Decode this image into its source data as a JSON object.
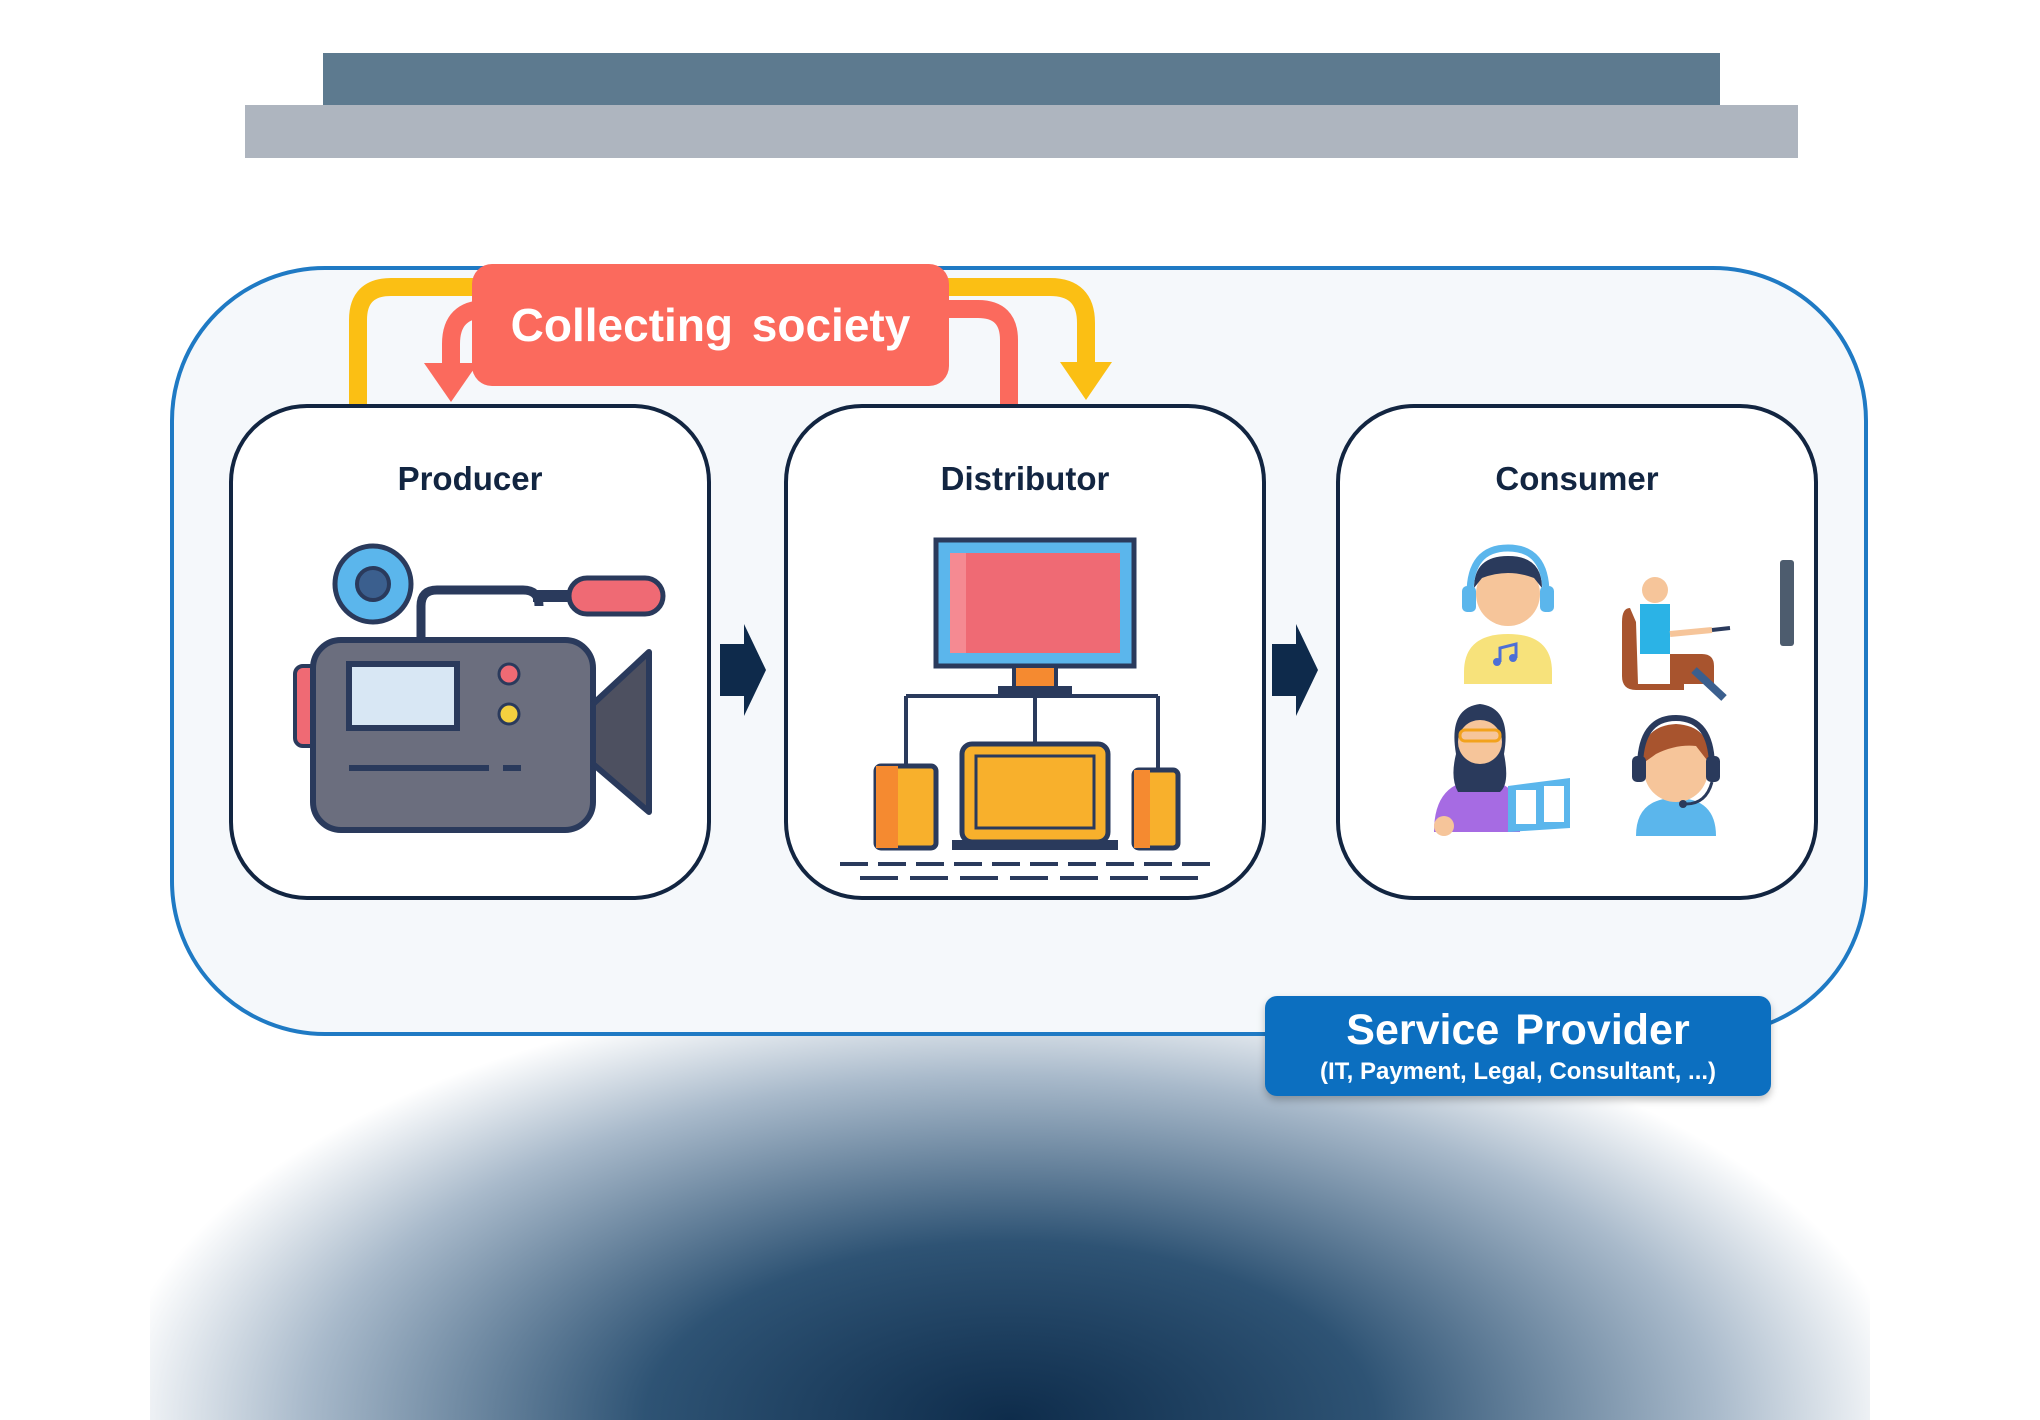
{
  "collecting_society": {
    "label": "Collecting society",
    "color": "#fb6a5d"
  },
  "nodes": {
    "producer": {
      "title": "Producer"
    },
    "distributor": {
      "title": "Distributor"
    },
    "consumer": {
      "title": "Consumer"
    }
  },
  "service_provider": {
    "title": "Service Provider",
    "subtitle": "(IT, Payment, Legal, Consultant, ...)",
    "color": "#0c6fc0"
  },
  "colors": {
    "frame_border": "#1f7ac4",
    "node_border": "#122541",
    "payment_flow": "#fbbf14",
    "royalty_flow": "#fb6a5d"
  },
  "icons": [
    "video-camera-icon",
    "computer-network-icon",
    "music-listener-icon",
    "tv-viewer-icon",
    "reader-icon",
    "headset-user-icon"
  ]
}
